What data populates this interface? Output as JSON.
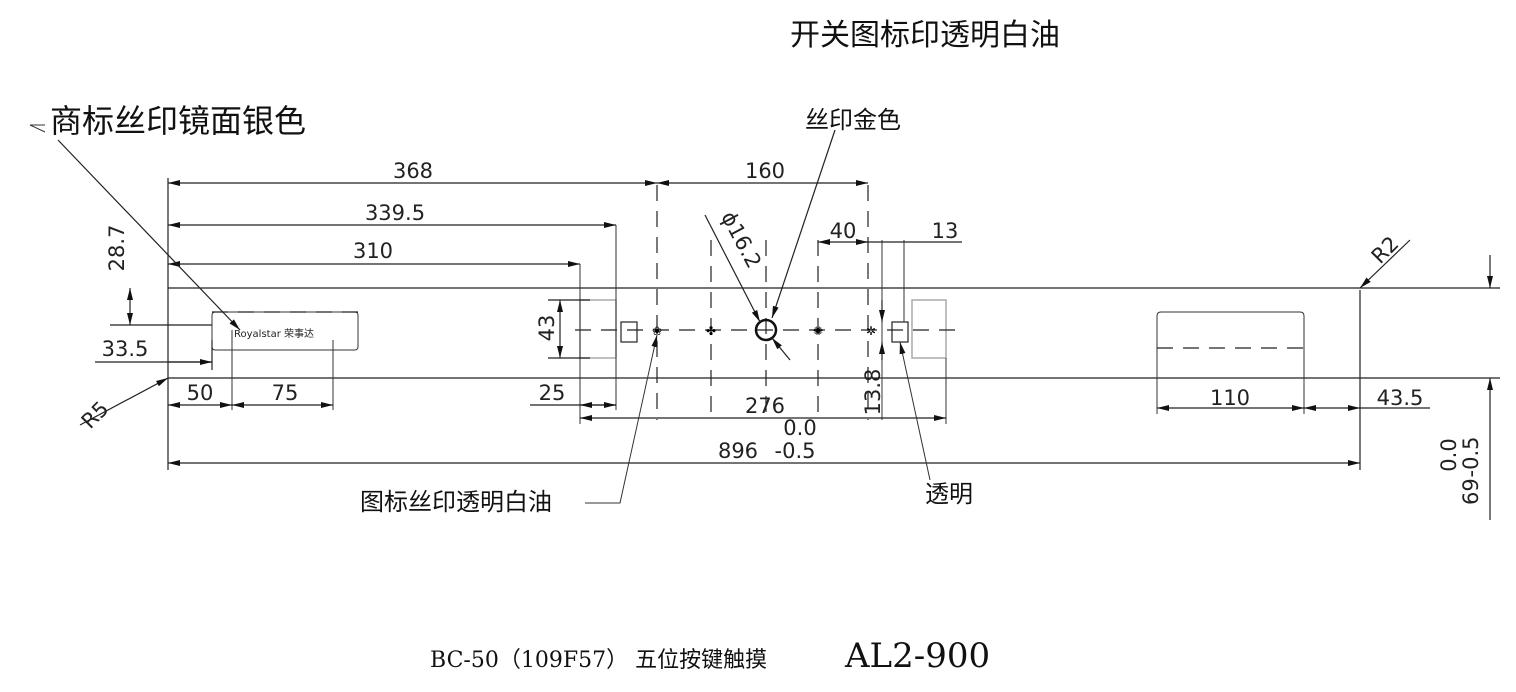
{
  "title": "开关图标印透明白油",
  "callouts": {
    "logo_silver": "商标丝印镜面银色",
    "gold": "丝印金色",
    "icon_white": "图标丝印透明白油",
    "transparent": "透明"
  },
  "logo_text": "Royalstar 荣事达",
  "dimensions": {
    "d368": "368",
    "d160": "160",
    "d339_5": "339.5",
    "d310": "310",
    "d28_7": "28.7",
    "d33_5": "33.5",
    "d50": "50",
    "d75": "75",
    "r5": "R5",
    "d43": "43",
    "d25": "25",
    "d276": "276",
    "d40": "40",
    "d13": "13",
    "d13_8": "13.8",
    "dia16_2": "ϕ16.2",
    "r2": "R2",
    "d110": "110",
    "d43_5": "43.5",
    "length": {
      "nominal": "896",
      "upper": "0.0",
      "lower": "-0.5"
    },
    "height": {
      "nominal": "69",
      "upper": "0.0",
      "lower": "-0.5"
    }
  },
  "footer": {
    "model": "BC-50（109F57） 五位按键触摸",
    "code": "AL2-900"
  }
}
